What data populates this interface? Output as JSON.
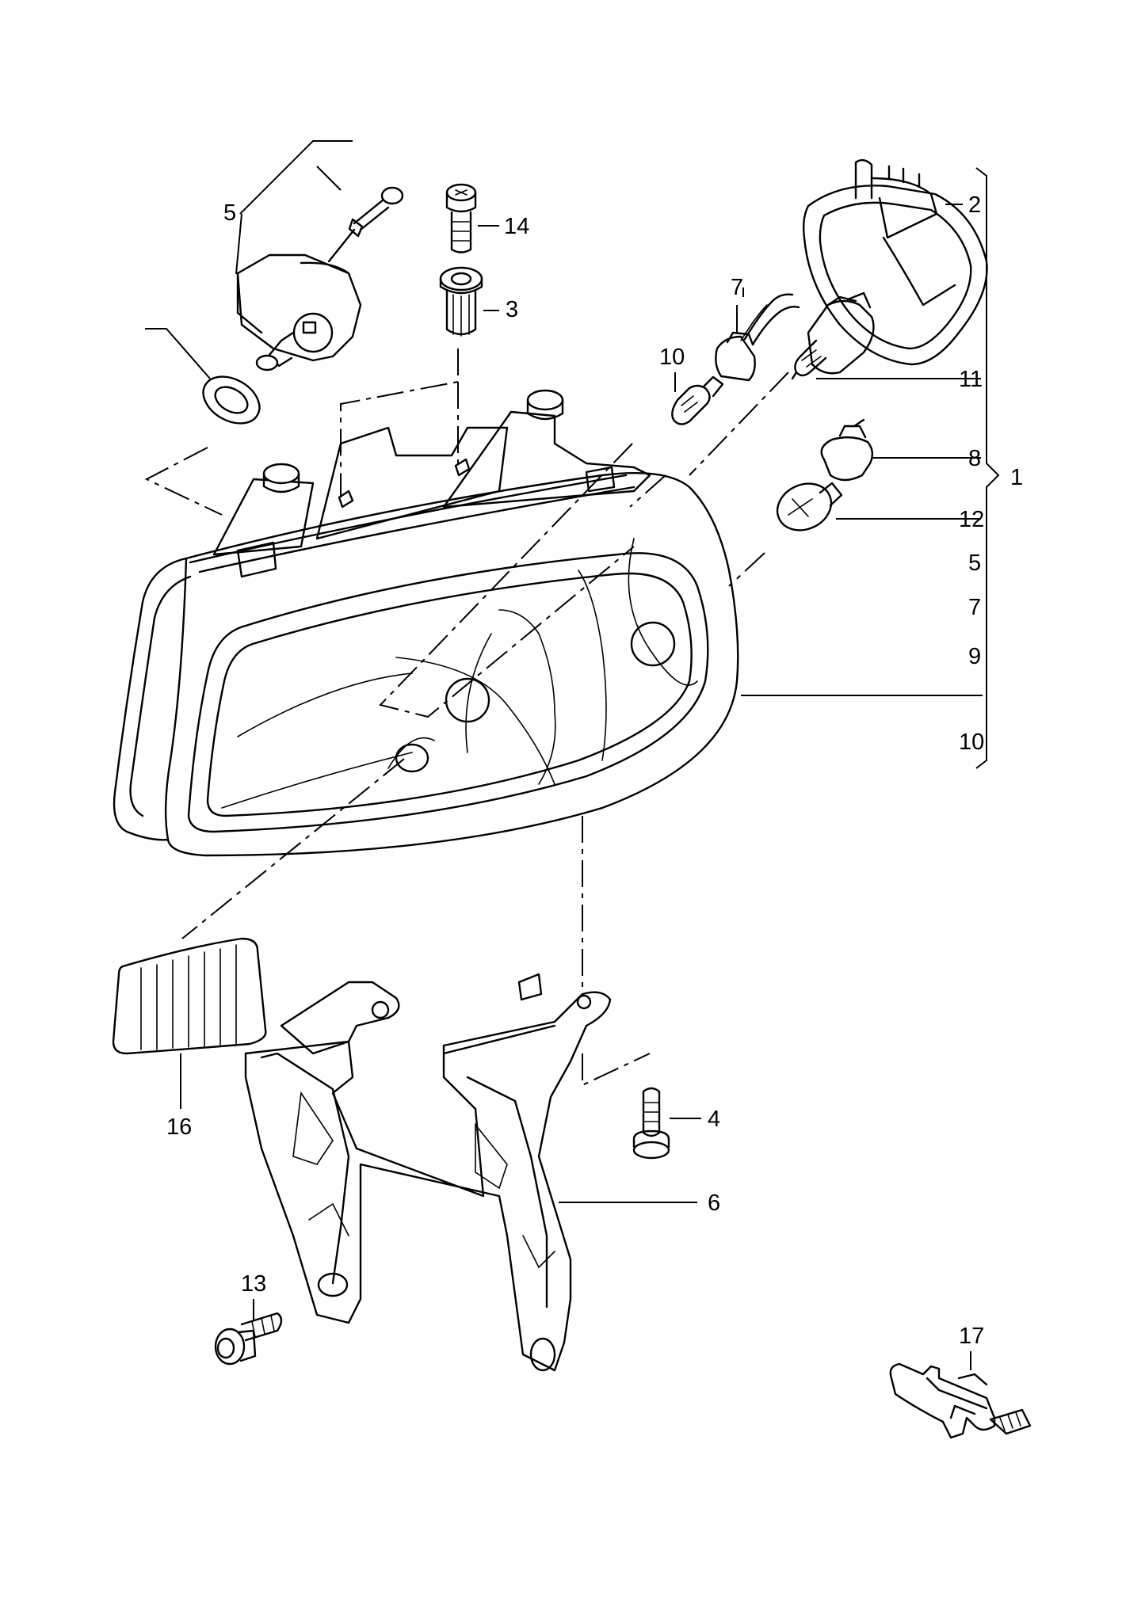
{
  "callouts": {
    "c1": "1",
    "c2": "2",
    "c3": "3",
    "c4": "4",
    "c5_top": "5",
    "c6": "6",
    "c7_top": "7",
    "c8": "8",
    "c10_top": "10",
    "c11": "11",
    "c12": "12",
    "c13": "13",
    "c14": "14",
    "c16": "16",
    "c17": "17"
  },
  "group_list": [
    "12",
    "5",
    "7",
    "9",
    "10"
  ]
}
